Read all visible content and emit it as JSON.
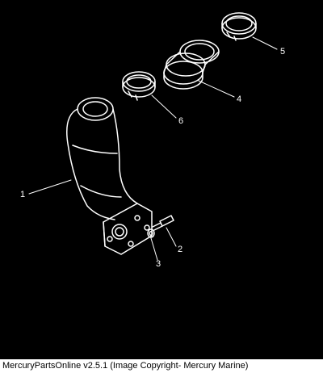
{
  "diagram": {
    "background_color": "#000000",
    "line_color": "#ffffff",
    "callouts": [
      {
        "id": "1",
        "label": "1"
      },
      {
        "id": "2",
        "label": "2"
      },
      {
        "id": "3",
        "label": "3"
      },
      {
        "id": "4",
        "label": "4"
      },
      {
        "id": "5",
        "label": "5"
      },
      {
        "id": "6",
        "label": "6"
      }
    ],
    "parts": [
      {
        "callout": "1",
        "icon": "exhaust-elbow-icon"
      },
      {
        "callout": "2",
        "icon": "bolt-icon"
      },
      {
        "callout": "3",
        "icon": "washer-icon"
      },
      {
        "callout": "4",
        "icon": "coupler-sleeve-icon"
      },
      {
        "callout": "5",
        "icon": "hose-clamp-icon"
      },
      {
        "callout": "6",
        "icon": "hose-clamp-icon"
      }
    ]
  },
  "footer": {
    "copyright_text": "MercuryPartsOnline v2.5.1 (Image Copyright- Mercury Marine)"
  }
}
